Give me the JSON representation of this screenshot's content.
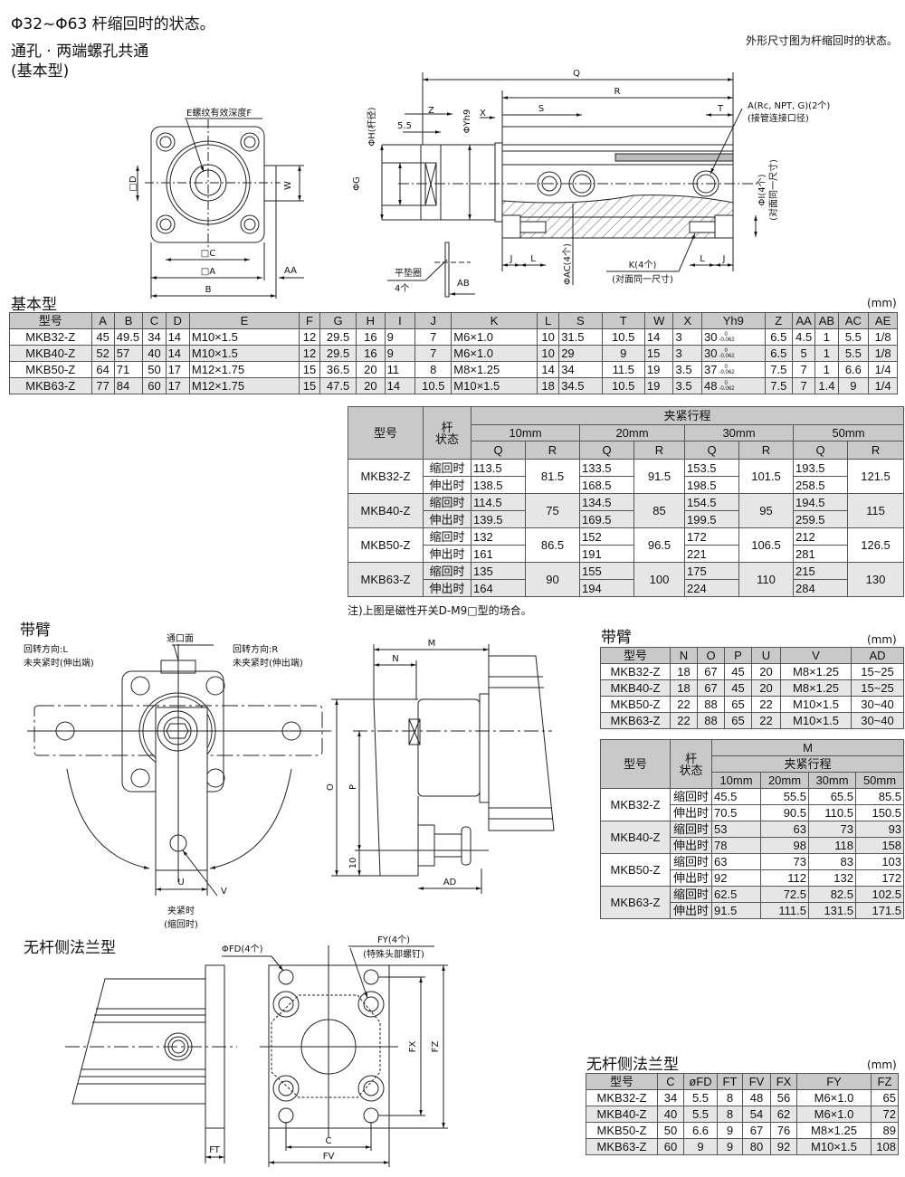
{
  "header": {
    "title": "Φ32~Φ63  杆缩回时的状态。",
    "subtitle1": "通孔 · 两端螺孔共通",
    "subtitle2": "(基本型)",
    "right_note": "外形尺寸图为杆缩回时的状态。"
  },
  "drawings": {
    "basic_front": {
      "e_thread": "E螺纹有效深度F",
      "d": "□D",
      "w": "W",
      "c": "□C",
      "a": "□A",
      "b": "B",
      "aa": "AA"
    },
    "basic_side": {
      "h": "ΦH(杆径)",
      "five_five": "5.5",
      "z": "Z",
      "g": "ΦG",
      "washer": "平垫圈",
      "washer_qty": "4个",
      "ab": "AB",
      "yh9": "ΦYh9",
      "x": "X",
      "q": "Q",
      "r": "R",
      "s": "S",
      "t": "T",
      "port": "A(Rc, NPT, G)(2个)",
      "port_note": "(接管连接口径)",
      "i": "ΦI(4个)",
      "i_note": "(对面同一尺寸)",
      "j": "J",
      "l": "L",
      "ac": "ΦAC(4个)",
      "k": "K(4个)",
      "k_note": "(对面同一尺寸)"
    },
    "arm_front": {
      "port_face": "通口面",
      "rot_l": "回转方向:L",
      "rot_r": "回转方向:R",
      "unclamped": "未夹紧时(伸出端)",
      "u": "U",
      "v": "V",
      "clamped": "夹紧时",
      "retracted": "(缩回时)"
    },
    "arm_side": {
      "m": "M",
      "n": "N",
      "o": "O",
      "p": "P",
      "ten": "10",
      "ad": "AD"
    },
    "flange": {
      "fd": "ΦFD(4个)",
      "fy": "FY(4个)",
      "fy_note": "(特殊头部螺钉)",
      "ft": "FT",
      "c": "C",
      "fv": "FV",
      "fx": "FX",
      "fz": "FZ"
    }
  },
  "basic_table": {
    "title": "基本型",
    "unit": "(mm)",
    "headers": [
      "型号",
      "A",
      "B",
      "C",
      "D",
      "E",
      "F",
      "G",
      "H",
      "I",
      "J",
      "K",
      "L",
      "S",
      "T",
      "W",
      "X",
      "Yh9",
      "Z",
      "AA",
      "AB",
      "AC",
      "AE"
    ],
    "yh9_tolerance": {
      "upper": "0",
      "lower": "-0.062"
    },
    "rows": [
      [
        "MKB32-Z",
        "45",
        "49.5",
        "34",
        "14",
        "M10×1.5",
        "12",
        "29.5",
        "16",
        "9",
        "7",
        "M6×1.0",
        "10",
        "31.5",
        "10.5",
        "14",
        "3",
        "30",
        "6.5",
        "4.5",
        "1",
        "5.5",
        "1/8"
      ],
      [
        "MKB40-Z",
        "52",
        "57",
        "40",
        "14",
        "M10×1.5",
        "12",
        "29.5",
        "16",
        "9",
        "7",
        "M6×1.0",
        "10",
        "29",
        "9",
        "15",
        "3",
        "30",
        "6.5",
        "5",
        "1",
        "5.5",
        "1/8"
      ],
      [
        "MKB50-Z",
        "64",
        "71",
        "50",
        "17",
        "M12×1.75",
        "15",
        "36.5",
        "20",
        "11",
        "8",
        "M8×1.25",
        "14",
        "34",
        "11.5",
        "19",
        "3.5",
        "37",
        "7.5",
        "7",
        "1",
        "6.6",
        "1/4"
      ],
      [
        "MKB63-Z",
        "77",
        "84",
        "60",
        "17",
        "M12×1.75",
        "15",
        "47.5",
        "20",
        "14",
        "10.5",
        "M10×1.5",
        "18",
        "34.5",
        "10.5",
        "19",
        "3.5",
        "48",
        "7.5",
        "7",
        "1.4",
        "9",
        "1/4"
      ]
    ]
  },
  "stroke_table": {
    "col_model": "型号",
    "col_state_1": "杆",
    "col_state_2": "状态",
    "group": "夹紧行程",
    "strokes": [
      "10mm",
      "20mm",
      "30mm",
      "50mm"
    ],
    "q": "Q",
    "r": "R",
    "rows": [
      {
        "model": "MKB32-Z",
        "states": [
          "缩回时",
          "伸出时"
        ],
        "q": [
          [
            "113.5",
            "138.5"
          ],
          [
            "133.5",
            "168.5"
          ],
          [
            "153.5",
            "198.5"
          ],
          [
            "193.5",
            "258.5"
          ]
        ],
        "r": [
          "81.5",
          "91.5",
          "101.5",
          "121.5"
        ]
      },
      {
        "model": "MKB40-Z",
        "states": [
          "缩回时",
          "伸出时"
        ],
        "q": [
          [
            "114.5",
            "139.5"
          ],
          [
            "134.5",
            "169.5"
          ],
          [
            "154.5",
            "199.5"
          ],
          [
            "194.5",
            "259.5"
          ]
        ],
        "r": [
          "75",
          "85",
          "95",
          "115"
        ]
      },
      {
        "model": "MKB50-Z",
        "states": [
          "缩回时",
          "伸出时"
        ],
        "q": [
          [
            "132",
            "161"
          ],
          [
            "152",
            "191"
          ],
          [
            "172",
            "221"
          ],
          [
            "212",
            "281"
          ]
        ],
        "r": [
          "86.5",
          "96.5",
          "106.5",
          "126.5"
        ]
      },
      {
        "model": "MKB63-Z",
        "states": [
          "缩回时",
          "伸出时"
        ],
        "q": [
          [
            "135",
            "164"
          ],
          [
            "155",
            "194"
          ],
          [
            "175",
            "224"
          ],
          [
            "215",
            "284"
          ]
        ],
        "r": [
          "90",
          "100",
          "110",
          "130"
        ]
      }
    ],
    "note": "注)上图是磁性开关D-M9□型的场合。"
  },
  "arm_section_title": "带臂",
  "arm_table": {
    "title": "带臂",
    "unit": "(mm)",
    "headers": [
      "型号",
      "N",
      "O",
      "P",
      "U",
      "V",
      "AD"
    ],
    "rows": [
      [
        "MKB32-Z",
        "18",
        "67",
        "45",
        "20",
        "M8×1.25",
        "15~25"
      ],
      [
        "MKB40-Z",
        "18",
        "67",
        "45",
        "20",
        "M8×1.25",
        "15~25"
      ],
      [
        "MKB50-Z",
        "22",
        "88",
        "65",
        "22",
        "M10×1.5",
        "30~40"
      ],
      [
        "MKB63-Z",
        "22",
        "88",
        "65",
        "22",
        "M10×1.5",
        "30~40"
      ]
    ]
  },
  "arm_m_table": {
    "col_model": "型号",
    "col_state_1": "杆",
    "col_state_2": "状态",
    "m": "M",
    "group": "夹紧行程",
    "strokes": [
      "10mm",
      "20mm",
      "30mm",
      "50mm"
    ],
    "rows": [
      {
        "model": "MKB32-Z",
        "states": [
          "缩回时",
          "伸出时"
        ],
        "values": [
          [
            "45.5",
            "55.5",
            "65.5",
            "85.5"
          ],
          [
            "70.5",
            "90.5",
            "110.5",
            "150.5"
          ]
        ]
      },
      {
        "model": "MKB40-Z",
        "states": [
          "缩回时",
          "伸出时"
        ],
        "values": [
          [
            "53",
            "63",
            "73",
            "93"
          ],
          [
            "78",
            "98",
            "118",
            "158"
          ]
        ]
      },
      {
        "model": "MKB50-Z",
        "states": [
          "缩回时",
          "伸出时"
        ],
        "values": [
          [
            "63",
            "73",
            "83",
            "103"
          ],
          [
            "92",
            "112",
            "132",
            "172"
          ]
        ]
      },
      {
        "model": "MKB63-Z",
        "states": [
          "缩回时",
          "伸出时"
        ],
        "values": [
          [
            "62.5",
            "72.5",
            "82.5",
            "102.5"
          ],
          [
            "91.5",
            "111.5",
            "131.5",
            "171.5"
          ]
        ]
      }
    ]
  },
  "flange_section_title": "无杆侧法兰型",
  "flange_table": {
    "title": "无杆侧法兰型",
    "unit": "(mm)",
    "headers": [
      "型号",
      "C",
      "øFD",
      "FT",
      "FV",
      "FX",
      "FY",
      "FZ"
    ],
    "rows": [
      [
        "MKB32-Z",
        "34",
        "5.5",
        "8",
        "48",
        "56",
        "M6×1.0",
        "65"
      ],
      [
        "MKB40-Z",
        "40",
        "5.5",
        "8",
        "54",
        "62",
        "M6×1.0",
        "72"
      ],
      [
        "MKB50-Z",
        "50",
        "6.6",
        "9",
        "67",
        "76",
        "M8×1.25",
        "89"
      ],
      [
        "MKB63-Z",
        "60",
        "9",
        "9",
        "80",
        "92",
        "M10×1.5",
        "108"
      ]
    ]
  }
}
